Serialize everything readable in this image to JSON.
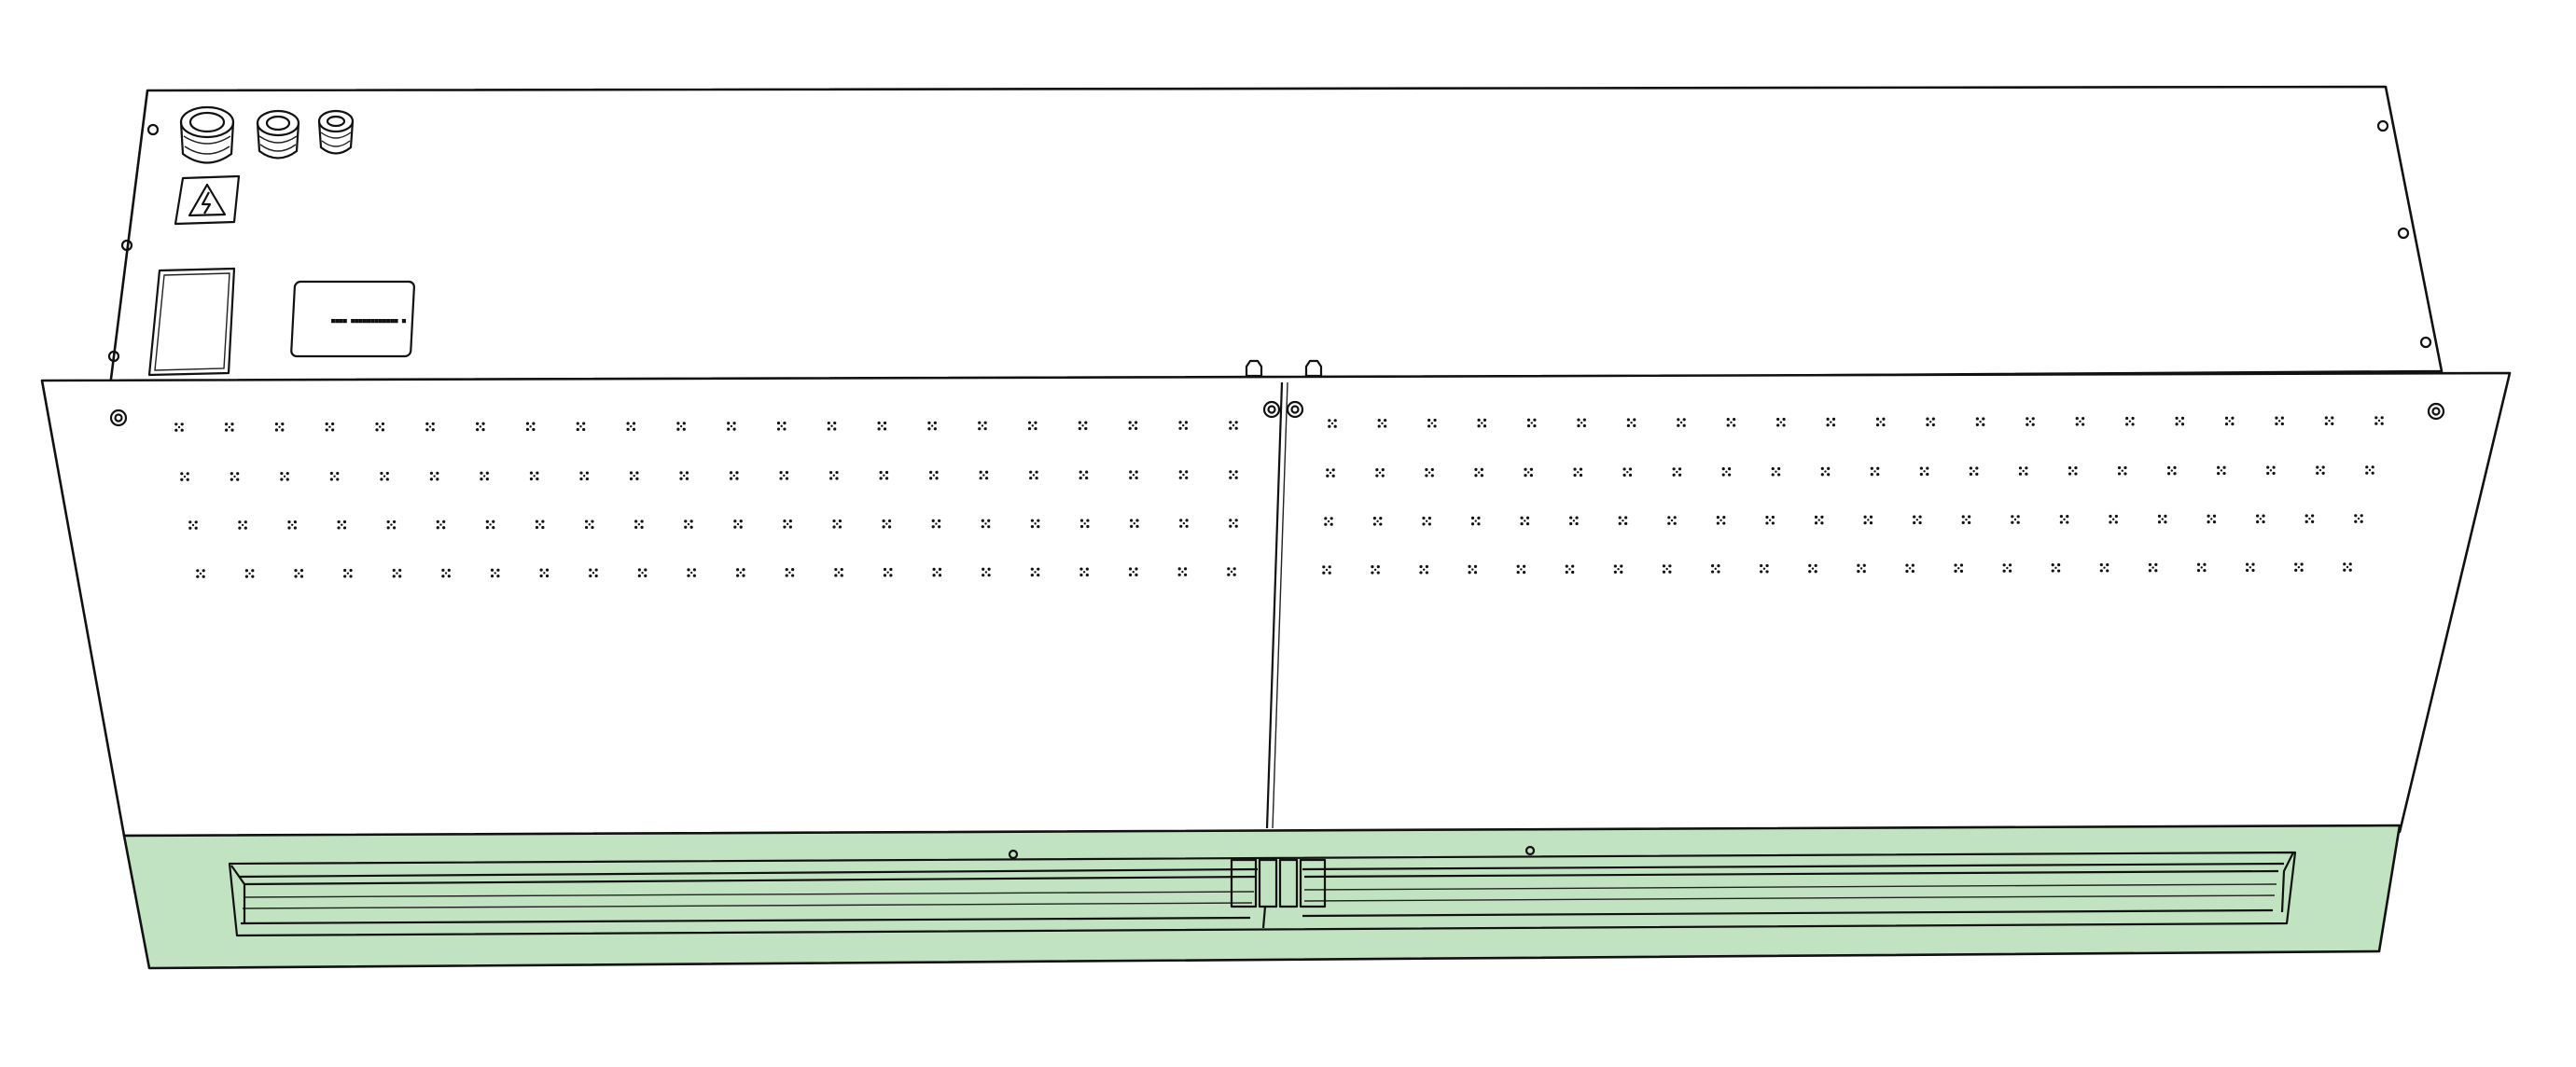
{
  "colors": {
    "outline": "#111111",
    "grille_fill": "#c2e3c1",
    "background": "#ffffff"
  },
  "icons": {
    "warning": "electrical-hazard-icon",
    "screw": "screw-icon",
    "gland": "cable-gland-icon"
  },
  "label_plate": {
    "text": "■■■■ ■■■■■■■■■■■■ ■"
  },
  "perforations": {
    "left_rows": [
      22,
      22,
      22,
      22
    ],
    "right_rows": [
      22,
      22,
      22,
      22
    ]
  }
}
